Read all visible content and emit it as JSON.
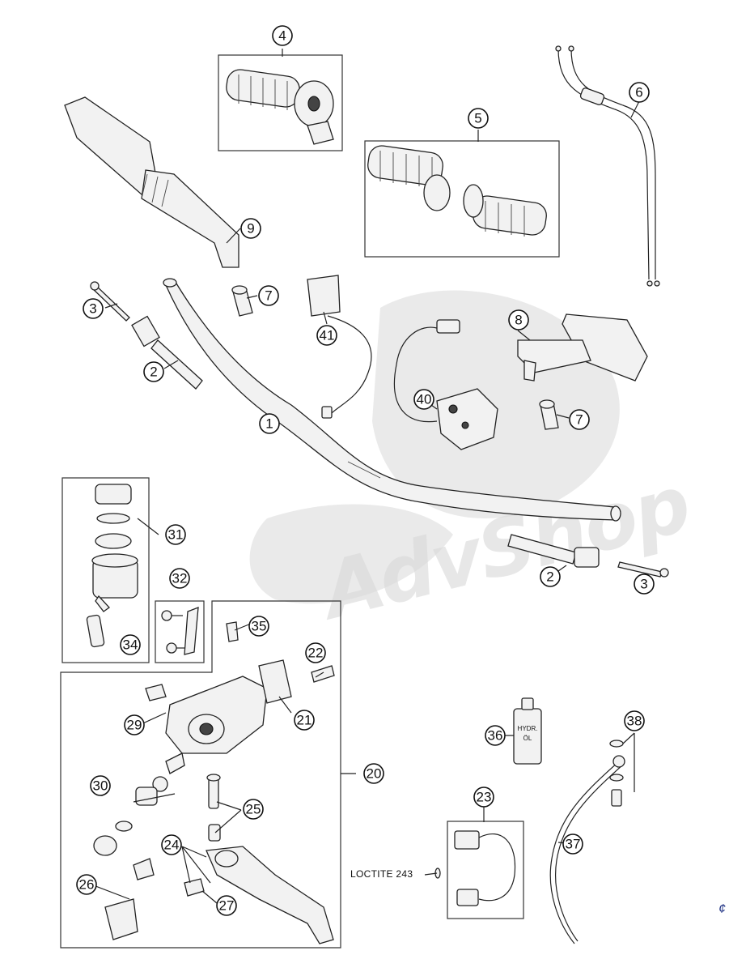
{
  "watermark": {
    "text": "AdvShop"
  },
  "note": {
    "loctite": "LOCTITE 243"
  },
  "edge_mark": "¢",
  "callouts": {
    "n1": "1",
    "n2a": "2",
    "n2b": "2",
    "n3a": "3",
    "n3b": "3",
    "n4": "4",
    "n5": "5",
    "n6": "6",
    "n7a": "7",
    "n7b": "7",
    "n8": "8",
    "n9": "9",
    "n20": "20",
    "n21": "21",
    "n22": "22",
    "n23": "23",
    "n24": "24",
    "n25": "25",
    "n26": "26",
    "n27": "27",
    "n29": "29",
    "n30": "30",
    "n31": "31",
    "n32": "32",
    "n34": "34",
    "n35": "35",
    "n36": "36",
    "n37": "37",
    "n38": "38",
    "n40": "40",
    "n41": "41"
  },
  "labels": {
    "oil_bottle_line1": "HYDR.",
    "oil_bottle_line2": "ÖL"
  }
}
